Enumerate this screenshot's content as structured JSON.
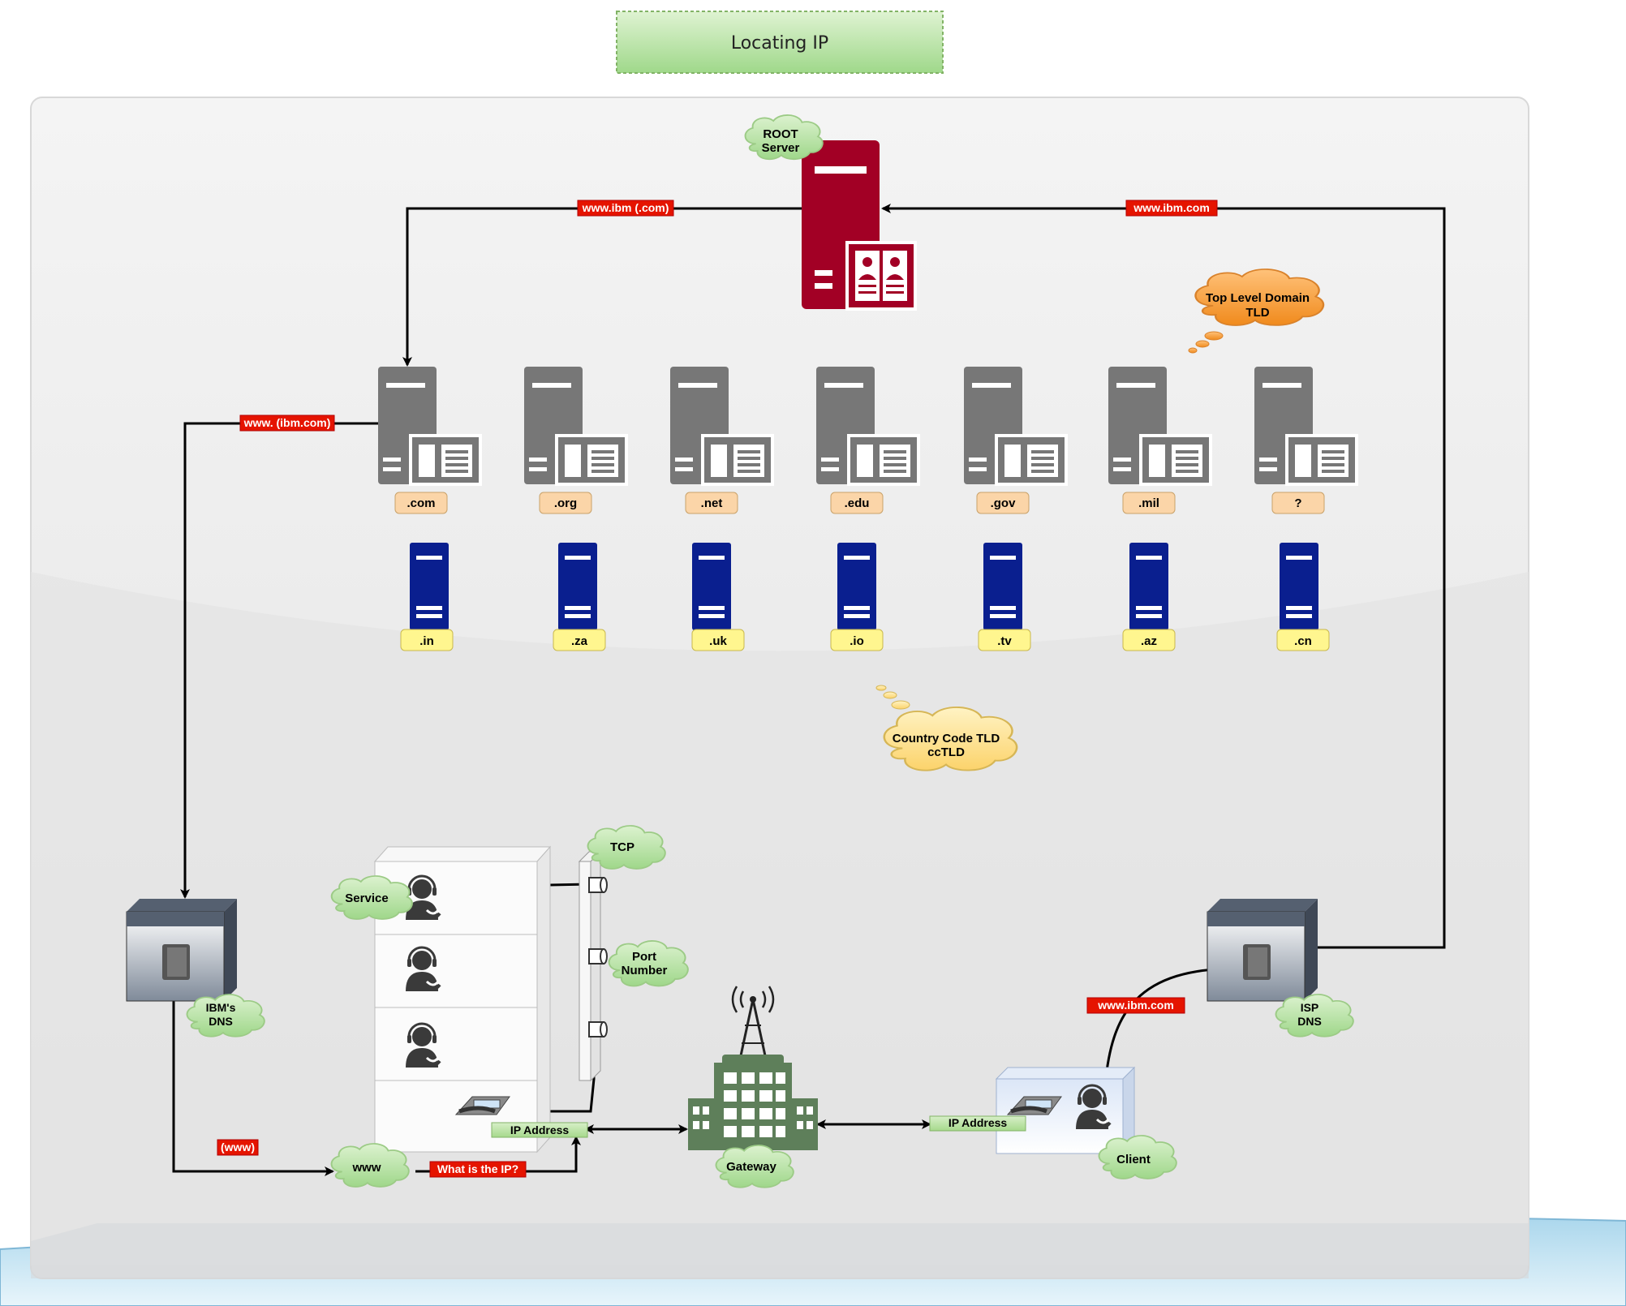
{
  "title": "Locating IP",
  "root_server": {
    "label_line1": "ROOT",
    "label_line2": "Server"
  },
  "tld_cloud": {
    "line1": "Top Level Domain",
    "line2": "TLD"
  },
  "cctld_cloud": {
    "line1": "Country Code TLD",
    "line2": "ccTLD"
  },
  "tld_servers": [
    ".com",
    ".org",
    ".net",
    ".edu",
    ".gov",
    ".mil",
    "?"
  ],
  "cc_servers": [
    ".in",
    ".za",
    ".uk",
    ".io",
    ".tv",
    ".az",
    ".cn"
  ],
  "flow_labels": {
    "root_to_com": "www.ibm (.com)",
    "isp_to_root": "www.ibm.com",
    "com_to_ibmdns": "www. (ibm.com)",
    "client_to_isp": "www.ibm.com",
    "ibmdns_to_www": "(www)",
    "www_to_ip": "What is the IP?"
  },
  "nodes": {
    "ibm_dns": {
      "line1": "IBM's",
      "line2": "DNS"
    },
    "isp_dns": {
      "line1": "ISP",
      "line2": "DNS"
    },
    "service": "Service",
    "tcp": "TCP",
    "port_number": {
      "line1": "Port",
      "line2": "Number"
    },
    "www": "www",
    "gateway": "Gateway",
    "client": "Client",
    "ip_address_server": "IP Address",
    "ip_address_client": "IP Address"
  },
  "colors": {
    "root_server": "#a20025",
    "tld_server": "#777777",
    "cc_server": "#0a1f8f",
    "green_cloud": "#c7e8b0",
    "red_label": "#e51400",
    "tld_tag": "#fbd5a8",
    "cc_tag": "#fff68f",
    "gateway": "#5e7f5a"
  }
}
